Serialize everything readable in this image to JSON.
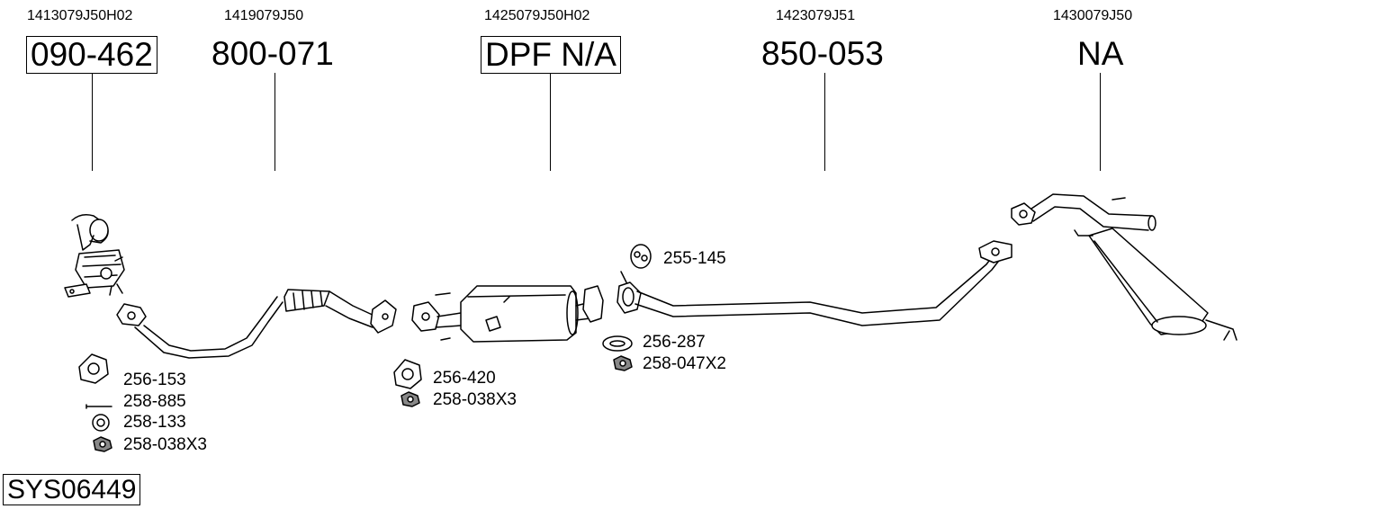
{
  "sections": [
    {
      "oem": "1413079J50H02",
      "part": "090-462",
      "boxed": true
    },
    {
      "oem": "1419079J50",
      "part": "800-071",
      "boxed": false
    },
    {
      "oem": "1425079J50H02",
      "part": "DPF N/A",
      "boxed": true
    },
    {
      "oem": "1423079J51",
      "part": "850-053",
      "boxed": false
    },
    {
      "oem": "1430079J50",
      "part": "NA",
      "boxed": false
    }
  ],
  "hardware": {
    "group1": [
      "256-153",
      "258-885",
      "258-133",
      "258-038X3"
    ],
    "group2": [
      "256-420",
      "258-038X3"
    ],
    "group3_top": "255-145",
    "group3": [
      "256-287",
      "258-047X2"
    ]
  },
  "system_code": "SYS06449"
}
